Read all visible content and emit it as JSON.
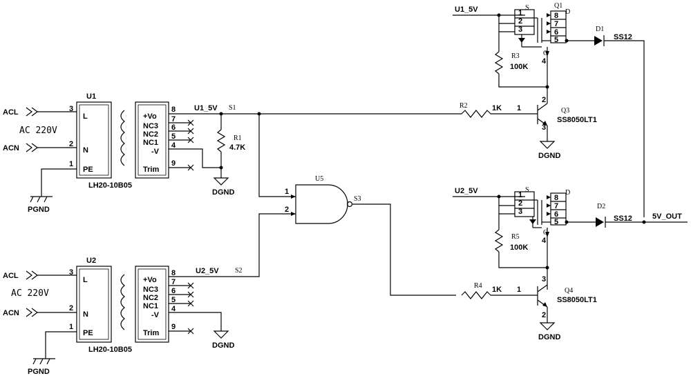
{
  "module1": {
    "label": "U1",
    "part": "LH20-10B05",
    "pins_left": [
      "L",
      "N",
      "PE"
    ],
    "pin_nums_left": [
      "3",
      "2",
      "1"
    ],
    "pins_right": [
      "+Vo",
      "NC3",
      "NC2",
      "NC1",
      "-V",
      "Trim"
    ],
    "pin_nums_right": [
      "8",
      "7",
      "6",
      "5",
      "4",
      "9"
    ],
    "in1": "ACL",
    "in2": "ACN",
    "ground": "PGND",
    "ac": "AC 220V",
    "net": "U1_5V",
    "node": "S1",
    "res": "R1",
    "res_val": "4.7K",
    "dgnd": "DGND"
  },
  "module2": {
    "label": "U2",
    "part": "LH20-10B05",
    "pins_left": [
      "L",
      "N",
      "PE"
    ],
    "pin_nums_left": [
      "3",
      "2",
      "1"
    ],
    "pins_right": [
      "+Vo",
      "NC3",
      "NC2",
      "NC1",
      "-V",
      "Trim"
    ],
    "pin_nums_right": [
      "8",
      "7",
      "6",
      "5",
      "4",
      "9"
    ],
    "in1": "ACL",
    "in2": "ACN",
    "ground": "PGND",
    "ac": "AC 220V",
    "net": "U2_5V",
    "node": "S2",
    "dgnd": "DGND"
  },
  "gate": {
    "label": "U5",
    "in1": "1",
    "in2": "2",
    "out": "S3"
  },
  "top_branch": {
    "net": "U1_5V",
    "mos": "Q1",
    "mos_pins": [
      "1",
      "2",
      "3",
      "4",
      "5",
      "6",
      "7",
      "8"
    ],
    "mos_s": "S",
    "mos_d": "D",
    "mos_g": "G",
    "res": "R3",
    "res_val": "100K",
    "diode": "D1",
    "diode_part": "SS12",
    "base_res": "R2",
    "base_res_val": "1K",
    "base_pin": "1",
    "trans": "Q3",
    "trans_part": "SS8050LT1",
    "t_pin_c": "2",
    "t_pin_e": "3",
    "dgnd": "DGND"
  },
  "bottom_branch": {
    "net": "U2_5V",
    "mos_pins": [
      "1",
      "2",
      "3",
      "4",
      "5",
      "6",
      "7",
      "8"
    ],
    "mos_s": "S",
    "mos_d": "D",
    "mos_g": "G",
    "res": "R5",
    "res_val": "100K",
    "diode": "D2",
    "diode_part": "SS12",
    "base_res": "R4",
    "base_res_val": "1K",
    "base_pin": "1",
    "trans": "Q4",
    "trans_part": "SS8050LT1",
    "t_pin_c": "3",
    "t_pin_e": "2",
    "dgnd": "DGND"
  },
  "output": "5V_OUT"
}
